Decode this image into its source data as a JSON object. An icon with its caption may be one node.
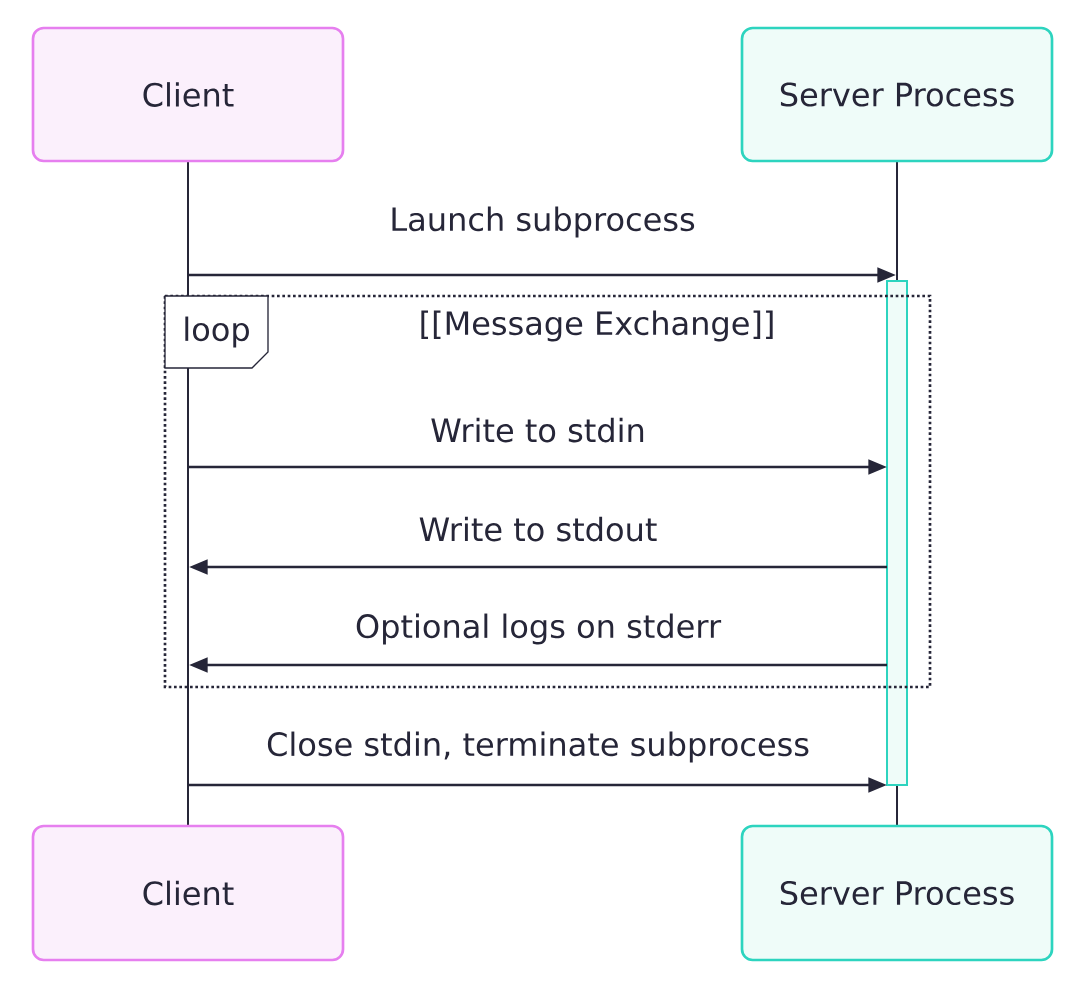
{
  "diagram": {
    "nodes": [
      {
        "text": [
          "Client"
        ]
      },
      {
        "text": [
          "Server Process"
        ]
      },
      {
        "text": [],
        "shape": "line"
      },
      {
        "text": [],
        "shape": "line"
      },
      {
        "text": [],
        "shape": "bar"
      },
      {
        "text": [
          "loop"
        ]
      },
      {
        "text": [
          "Client"
        ]
      },
      {
        "text": [
          "Server Process"
        ]
      }
    ],
    "edges": [
      {
        "from": 2,
        "to": 3,
        "arrow": "to",
        "label": "Launch subprocess"
      },
      {
        "from": 2,
        "to": 4,
        "arrow": "to",
        "label": "Write to stdin"
      },
      {
        "from": 4,
        "to": 2,
        "arrow": "to",
        "label": "Write to stdout"
      },
      {
        "from": 4,
        "to": 2,
        "arrow": "to",
        "label": "Optional logs on stderr"
      },
      {
        "from": 2,
        "to": 4,
        "arrow": "to",
        "label": "Close stdin, terminate subprocess"
      }
    ],
    "labels": [
      "[[Message Exchange]]"
    ]
  }
}
